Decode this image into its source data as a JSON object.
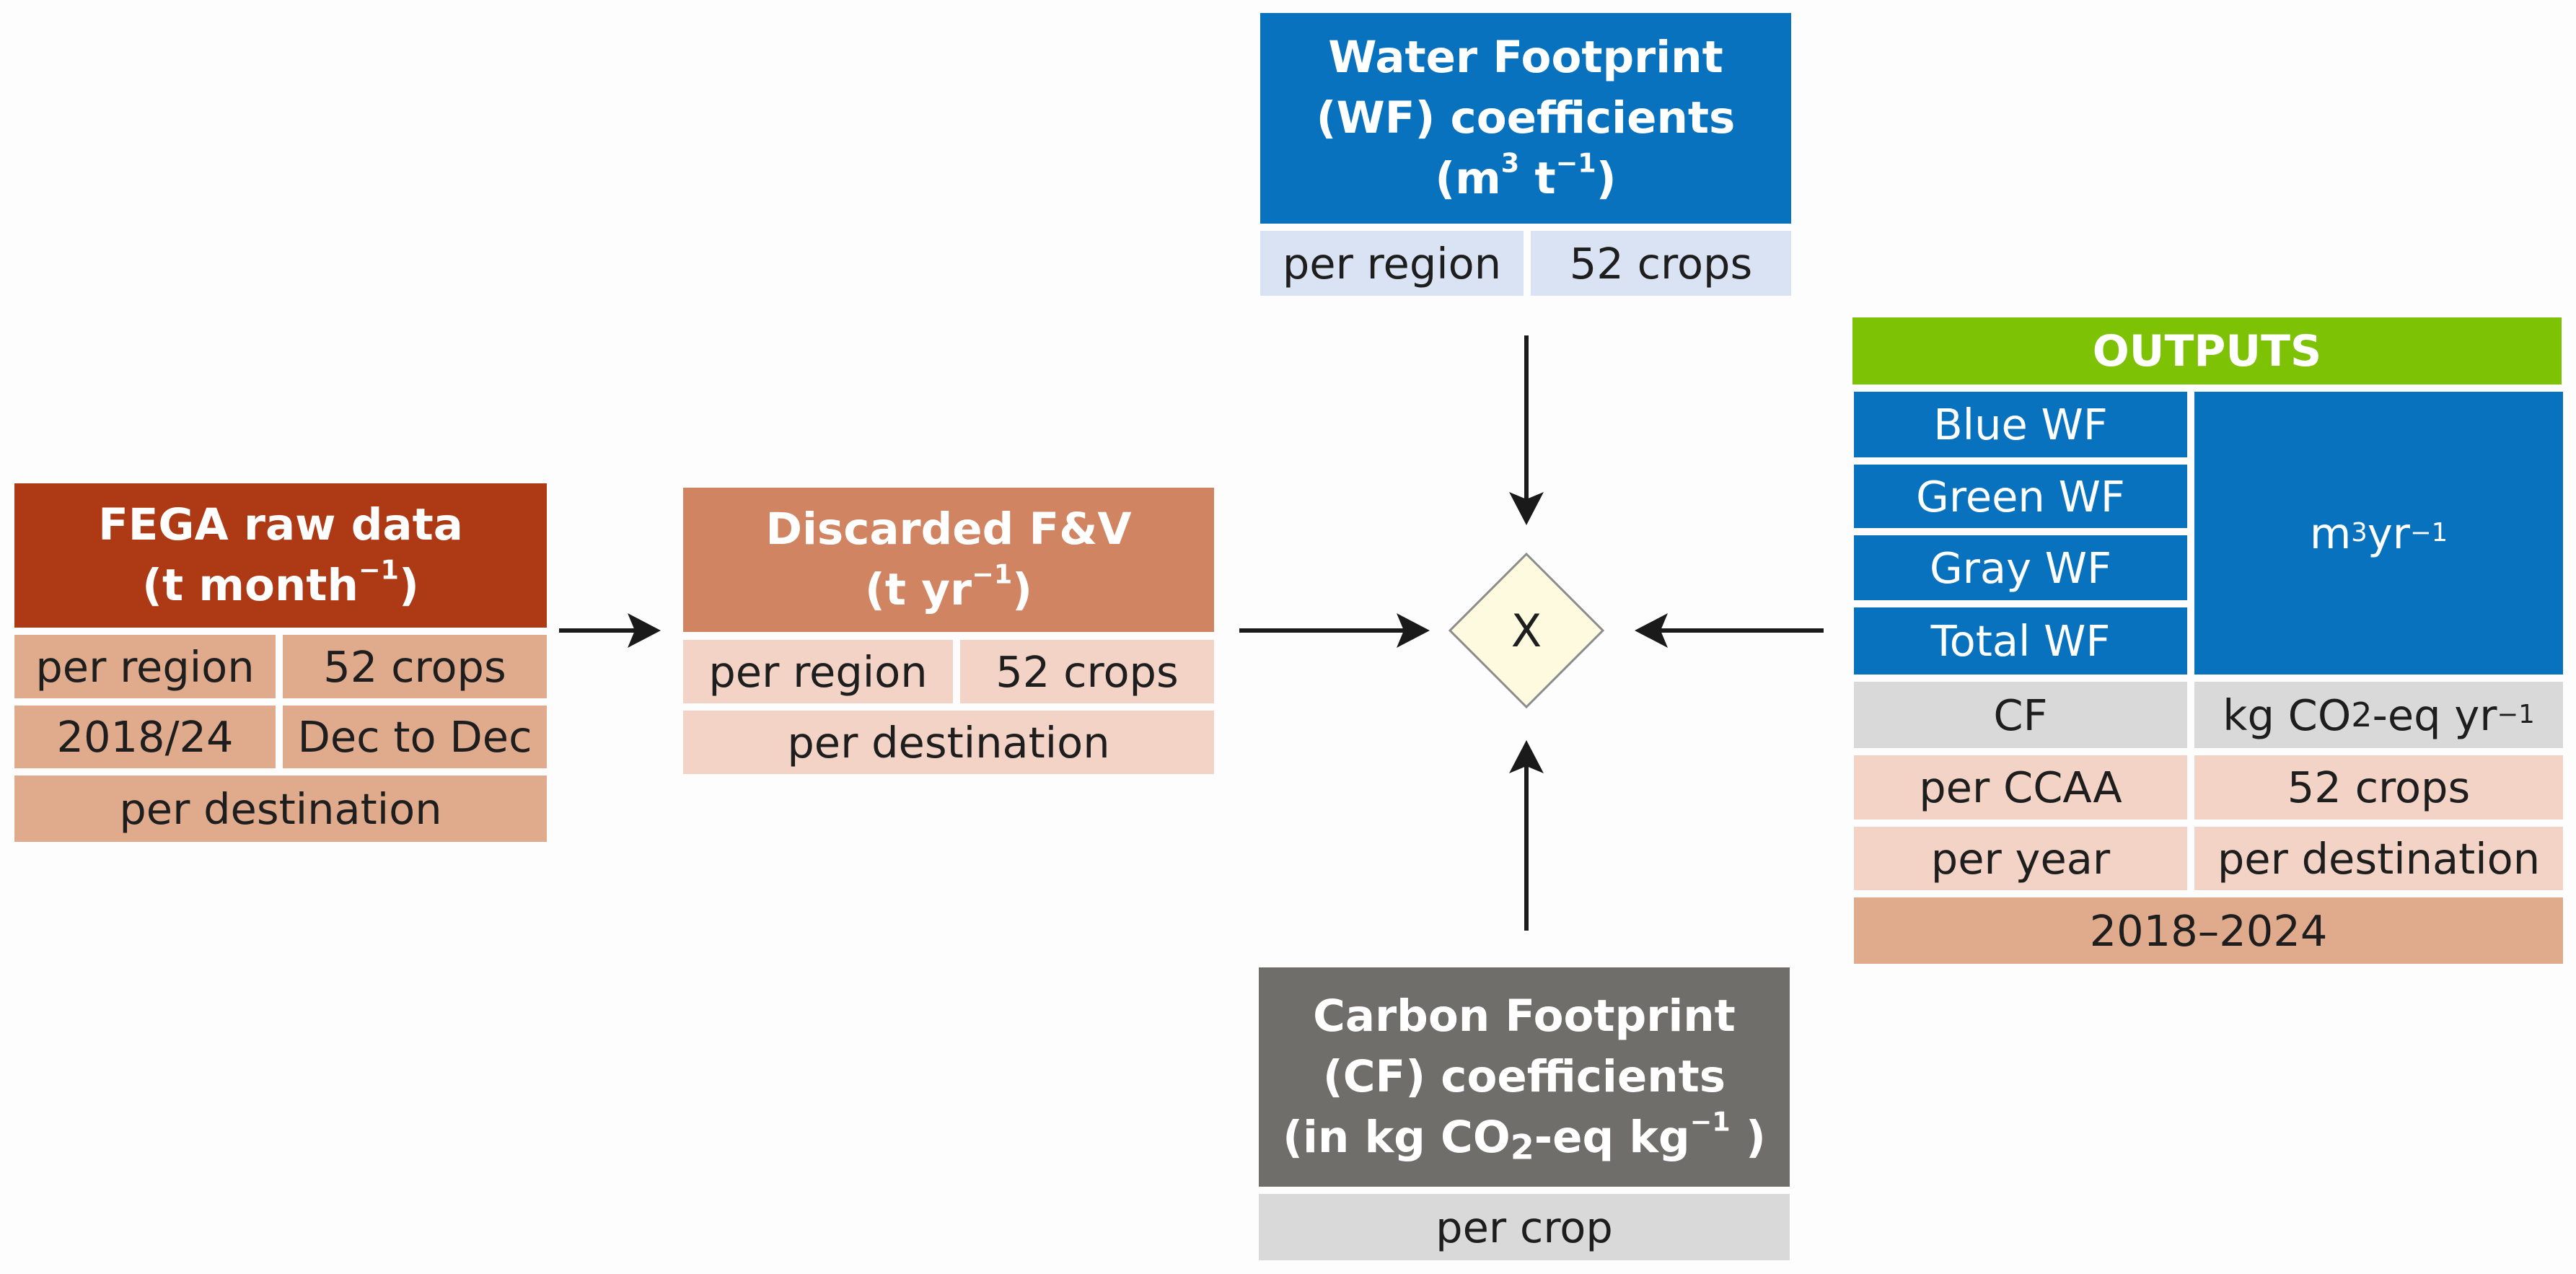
{
  "fega": {
    "title_line1": "FEGA raw data",
    "title_line2_pre": "(t month",
    "title_line2_sup": "−1",
    "title_line2_post": ")",
    "cells": [
      "per region",
      "52 crops",
      "2018/24",
      "Dec to Dec",
      "per destination"
    ]
  },
  "discarded": {
    "title_line1": "Discarded F&V",
    "title_line2_pre": "(t yr",
    "title_line2_sup": "−1",
    "title_line2_post": ")",
    "cells": [
      "per region",
      "52 crops",
      "per destination"
    ]
  },
  "water": {
    "title_line1": "Water Footprint",
    "title_line2": "(WF) coefficients",
    "title_line3_a": "(m",
    "title_line3_sup1": "3",
    "title_line3_b": " t",
    "title_line3_sup2": "−1",
    "title_line3_c": ")",
    "cells": [
      "per region",
      "52 crops"
    ]
  },
  "carbon": {
    "title_line1": "Carbon Footprint",
    "title_line2": "(CF) coefficients",
    "title_line3_a": "(in kg CO",
    "title_line3_sub": "2",
    "title_line3_b": "-eq kg",
    "title_line3_sup": "−1",
    "title_line3_c": " )",
    "cells": [
      "per crop"
    ]
  },
  "operator": "X",
  "outputs": {
    "header": "OUTPUTS",
    "wf_rows": [
      "Blue WF",
      "Green WF",
      "Gray WF",
      "Total WF"
    ],
    "wf_unit_a": "m",
    "wf_unit_sup1": "3",
    "wf_unit_b": " yr",
    "wf_unit_sup2": "−1",
    "cf_label": "CF",
    "cf_unit_a": "kg CO",
    "cf_unit_sub": "2",
    "cf_unit_b": "-eq yr",
    "cf_unit_sup": "−1",
    "cells": [
      "per CCAA",
      "52 crops",
      "per year",
      "per destination"
    ],
    "years": "2018–2024"
  },
  "colors": {
    "fega_header": "#ad3a14",
    "discarded_header": "#d18462",
    "water_header": "#0872be",
    "carbon_header": "#6f6e6b",
    "outputs_header": "#7dc204",
    "operator_fill": "#fefae0"
  }
}
